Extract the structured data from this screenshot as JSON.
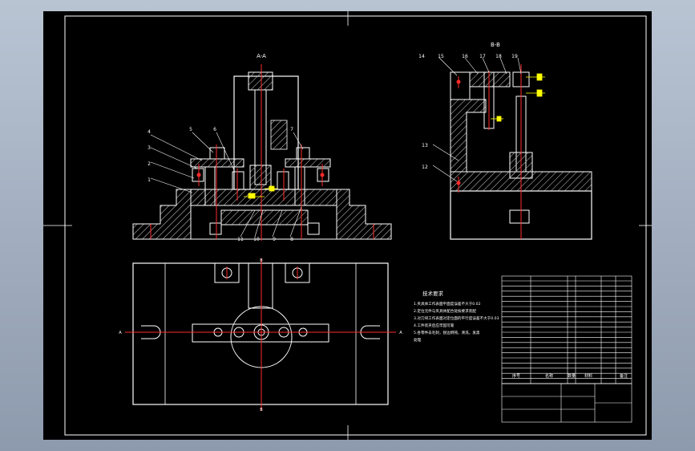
{
  "views": {
    "front_title": "A-A",
    "side_title": "B-B",
    "section_letters": {
      "left": "A",
      "right": "A",
      "top": "B",
      "bottom": "B"
    }
  },
  "balloons_front": [
    "1",
    "2",
    "3",
    "4",
    "5",
    "6",
    "7",
    "8",
    "9",
    "10",
    "11"
  ],
  "balloons_side": [
    "12",
    "13",
    "14",
    "15",
    "16",
    "17",
    "18",
    "19"
  ],
  "tech_notes": {
    "title": "技术要求",
    "lines": [
      "1.夹具体工作表面平面度误差不大于0.02",
      "2.定位元件与夹具体配合处按要求装配",
      "3.对刀块工作表面对定位面的平行度误差不大于0.03",
      "4.工件装夹后应牢固可靠",
      "5.各零件去毛刺，锐边倒钝，清洗，发黑",
      "处理"
    ]
  },
  "parts_table": {
    "header": [
      "序号",
      "名称",
      "数量",
      "材料",
      "备注"
    ]
  },
  "colors": {
    "background": "#000000",
    "outline": "#ffffff",
    "hatch": "#cccccc",
    "centerline": "#ff2a2a",
    "dimension": "#ffff00",
    "border": "#ffffff"
  }
}
